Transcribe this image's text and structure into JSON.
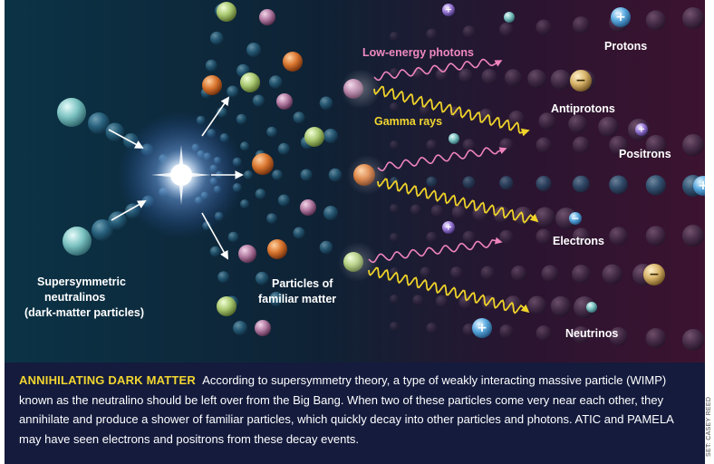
{
  "labels": {
    "neutralinos_line1": "Supersymmetric",
    "neutralinos_line2": "neutralinos",
    "neutralinos_line3": "(dark-matter particles)",
    "familiar_line1": "Particles of",
    "familiar_line2": "familiar matter",
    "low_energy_photons": "Low-energy photons",
    "gamma_rays": "Gamma rays",
    "protons": "Protons",
    "antiprotons": "Antiprotons",
    "positrons": "Positrons",
    "electrons": "Electrons",
    "neutrinos": "Neutrinos"
  },
  "signs": {
    "plus": "+",
    "minus": "−"
  },
  "caption": {
    "title": "ANNIHILATING DARK MATTER",
    "body": "According to supersymmetry theory, a type of weakly interacting massive particle (WIMP) known as the neutralino should be left over from the Big Bang. When two of these particles come very near each other, they annihilate and produce a shower of familiar particles, which quickly decay into other particles and photons. ATIC and PAMELA may have seen electrons and positrons from these decay events."
  },
  "credit": "SET: CASEY REED",
  "colors": {
    "background_left": "#0d2f44",
    "background_right": "#3a1230",
    "caption_bg": "#141b3d",
    "caption_title": "#f2d630",
    "photon_pink": "#ee83bd",
    "gamma_yellow": "#efd22a",
    "particle_orange": "#d9752e",
    "particle_green": "#a9c870",
    "particle_mauve": "#b27aa1",
    "particle_teal": "#5fb6b4",
    "proton_blue": "#5aaae0",
    "antiproton_tan": "#d8b46a",
    "positron_purple": "#9a7ad8"
  }
}
